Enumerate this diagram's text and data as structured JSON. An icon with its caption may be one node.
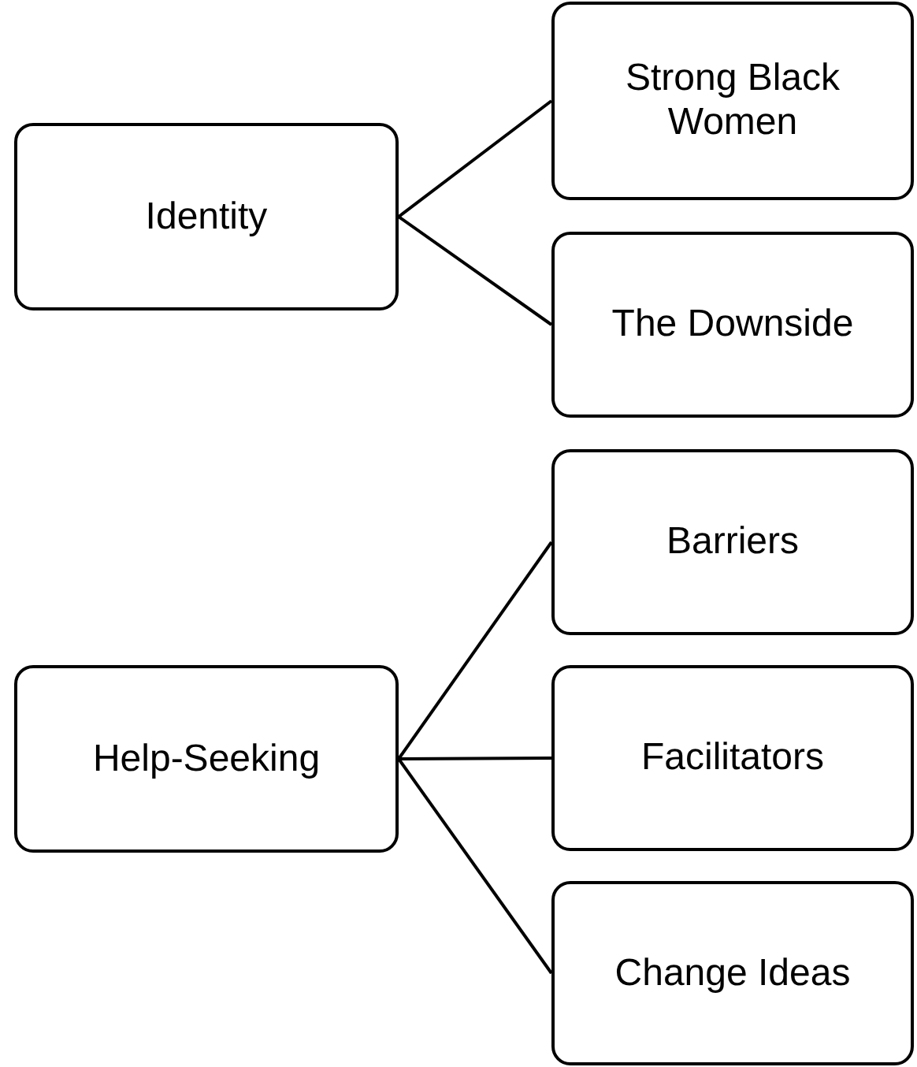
{
  "diagram": {
    "nodes": [
      {
        "text": [
          "Identity"
        ]
      },
      {
        "text": [
          "Strong Black Women"
        ]
      },
      {
        "text": [
          "The Downside"
        ]
      },
      {
        "text": [
          "Help-Seeking"
        ]
      },
      {
        "text": [
          "Barriers"
        ]
      },
      {
        "text": [
          "Facilitators"
        ]
      },
      {
        "text": [
          "Change Ideas"
        ]
      }
    ],
    "edges": [
      {
        "from": 0,
        "to": 1,
        "arrow": "none"
      },
      {
        "from": 0,
        "to": 2,
        "arrow": "none"
      },
      {
        "from": 3,
        "to": 4,
        "arrow": "none"
      },
      {
        "from": 3,
        "to": 5,
        "arrow": "none"
      },
      {
        "from": 3,
        "to": 6,
        "arrow": "none"
      }
    ]
  }
}
